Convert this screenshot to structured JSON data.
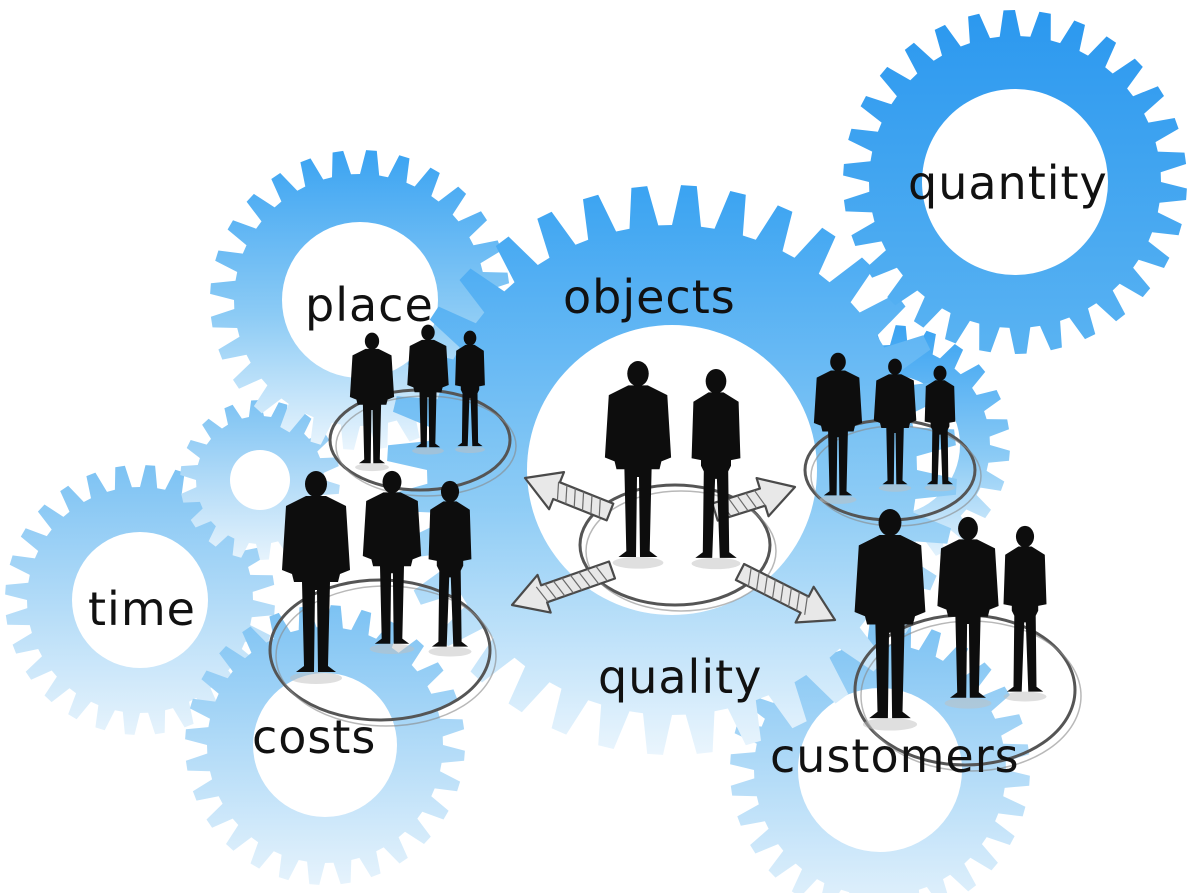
{
  "labels": {
    "quantity": "quantity",
    "place": "place",
    "objects": "objects",
    "time": "time",
    "quality": "quality",
    "costs": "costs",
    "customers": "customers"
  },
  "colors": {
    "gear_top": "#2f9df0",
    "gear_mid": "#6fbef2",
    "gear_fade": "#d6ecfb",
    "ring": "#5a5a5a",
    "silhouette": "#0d0d0d"
  },
  "icons": [
    "gear-icon",
    "person-silhouette-icon",
    "arrow-icon",
    "orbit-ring-icon"
  ]
}
